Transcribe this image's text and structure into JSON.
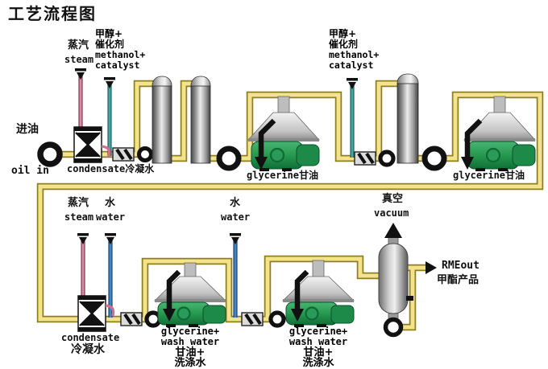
{
  "title": "工艺流程图",
  "colors": {
    "pipe_fill": "#f2e38c",
    "pipe_outline": "#8f7d22",
    "steam_line": "#d07e9a",
    "methanol_line": "#3a9a96",
    "water_line": "#3a78b5",
    "separator_green": "#2a9a58",
    "column_gray": "#8c8c8c",
    "arrow_black": "#111111"
  },
  "labels": {
    "steam_top": {
      "zh": "蒸汽",
      "en": "steam"
    },
    "methanol_top": {
      "zh1": "甲醇+",
      "zh2": "催化剂",
      "en1": "methanol+",
      "en2": "catalyst"
    },
    "oil_in": {
      "zh": "进油",
      "en": "oil in"
    },
    "condensate_top": "condensate冷凝水",
    "glycerine_1": "glycerine甘油",
    "methanol_mid": {
      "zh1": "甲醇+",
      "zh2": "催化剂",
      "en1": "methanol+",
      "en2": "catalyst"
    },
    "glycerine_2": "glycerine甘油",
    "steam_bottom": {
      "zh": "蒸汽",
      "en": "steam"
    },
    "water_1": {
      "zh": "水",
      "en": "water"
    },
    "water_2": {
      "zh": "水",
      "en": "water"
    },
    "vacuum": {
      "zh": "真空",
      "en": "vacuum"
    },
    "condensate_bottom": {
      "en": "condensate",
      "zh": "冷凝水"
    },
    "glycerine_wash_1": {
      "l1": "glycerine+",
      "l2": "wash water",
      "l3": "甘油+",
      "l4": "洗涤水"
    },
    "glycerine_wash_2": {
      "l1": "glycerine+",
      "l2": "wash water",
      "l3": "甘油+",
      "l4": "洗涤水"
    },
    "rme_out": {
      "en": "RMEout",
      "zh": "甲酯产品"
    }
  }
}
